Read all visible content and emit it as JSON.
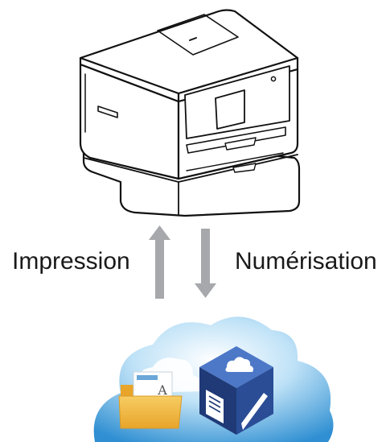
{
  "labels": {
    "print": "Impression",
    "scan": "Numérisation"
  },
  "icons": {
    "device": "printer-icon",
    "cloud": "cloud-icon",
    "folder": "folder-icon",
    "app": "app-icon"
  },
  "colors": {
    "arrow": "#a6a8ab",
    "cloud_light": "#e3f1fb",
    "cloud_dark": "#2f8fd2",
    "app_navy": "#1f3a77",
    "folder": "#f2b740"
  },
  "folder_letter": "A"
}
